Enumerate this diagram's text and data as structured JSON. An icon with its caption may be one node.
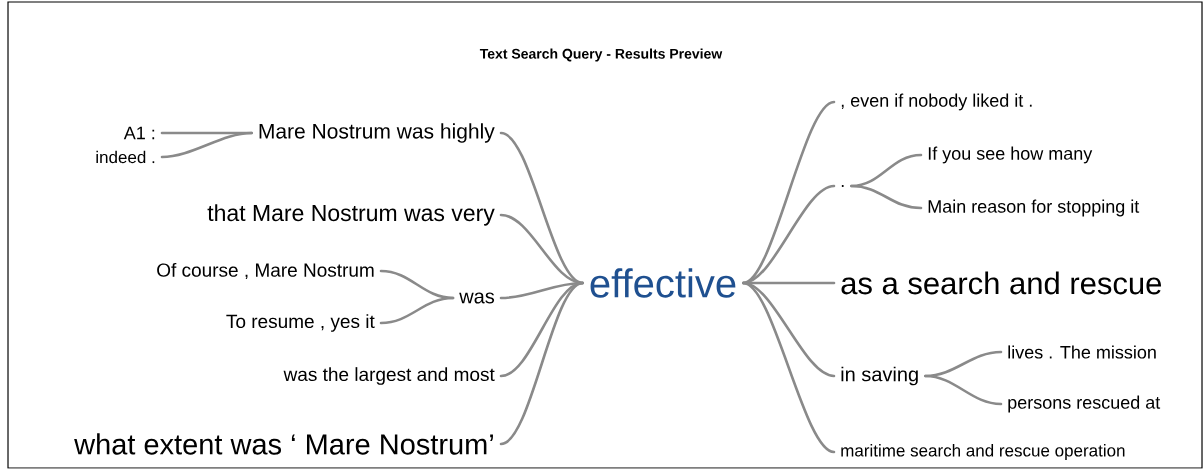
{
  "diagram": {
    "title": "Text Search Query - Results Preview",
    "nodes": [
      {
        "text": [
          "A1 :"
        ]
      },
      {
        "text": [
          "indeed ."
        ]
      },
      {
        "text": [
          "Mare Nostrum was highly"
        ]
      },
      {
        "text": [
          "that Mare Nostrum was very"
        ]
      },
      {
        "text": [
          "Of course , Mare Nostrum"
        ]
      },
      {
        "text": [
          "To resume , yes it"
        ]
      },
      {
        "text": [
          "was"
        ]
      },
      {
        "text": [
          "was the largest and most"
        ]
      },
      {
        "text": [
          "what extent was ‘ Mare Nostrum’"
        ]
      },
      {
        "text": [
          "effective"
        ]
      },
      {
        "text": [
          ", even if nobody liked it ."
        ]
      },
      {
        "text": [
          "."
        ]
      },
      {
        "text": [
          "If you see how many"
        ]
      },
      {
        "text": [
          "Main reason for stopping it"
        ]
      },
      {
        "text": [
          "as a search and rescue"
        ]
      },
      {
        "text": [
          "in saving"
        ]
      },
      {
        "text": [
          "lives . The mission"
        ]
      },
      {
        "text": [
          "persons rescued at"
        ]
      },
      {
        "text": [
          "maritime search and rescue operation"
        ]
      }
    ],
    "edges": [
      {
        "from": 2,
        "to": 0,
        "arrow": "none"
      },
      {
        "from": 2,
        "to": 1,
        "arrow": "none"
      },
      {
        "from": 9,
        "to": 2,
        "arrow": "none"
      },
      {
        "from": 9,
        "to": 3,
        "arrow": "none"
      },
      {
        "from": 6,
        "to": 4,
        "arrow": "none"
      },
      {
        "from": 6,
        "to": 5,
        "arrow": "none"
      },
      {
        "from": 9,
        "to": 6,
        "arrow": "none"
      },
      {
        "from": 9,
        "to": 7,
        "arrow": "none"
      },
      {
        "from": 9,
        "to": 8,
        "arrow": "none"
      },
      {
        "from": 9,
        "to": 10,
        "arrow": "none"
      },
      {
        "from": 9,
        "to": 11,
        "arrow": "none"
      },
      {
        "from": 11,
        "to": 12,
        "arrow": "none"
      },
      {
        "from": 11,
        "to": 13,
        "arrow": "none"
      },
      {
        "from": 9,
        "to": 14,
        "arrow": "none"
      },
      {
        "from": 9,
        "to": 15,
        "arrow": "none"
      },
      {
        "from": 15,
        "to": 16,
        "arrow": "none"
      },
      {
        "from": 15,
        "to": 17,
        "arrow": "none"
      },
      {
        "from": 9,
        "to": 18,
        "arrow": "none"
      }
    ]
  }
}
